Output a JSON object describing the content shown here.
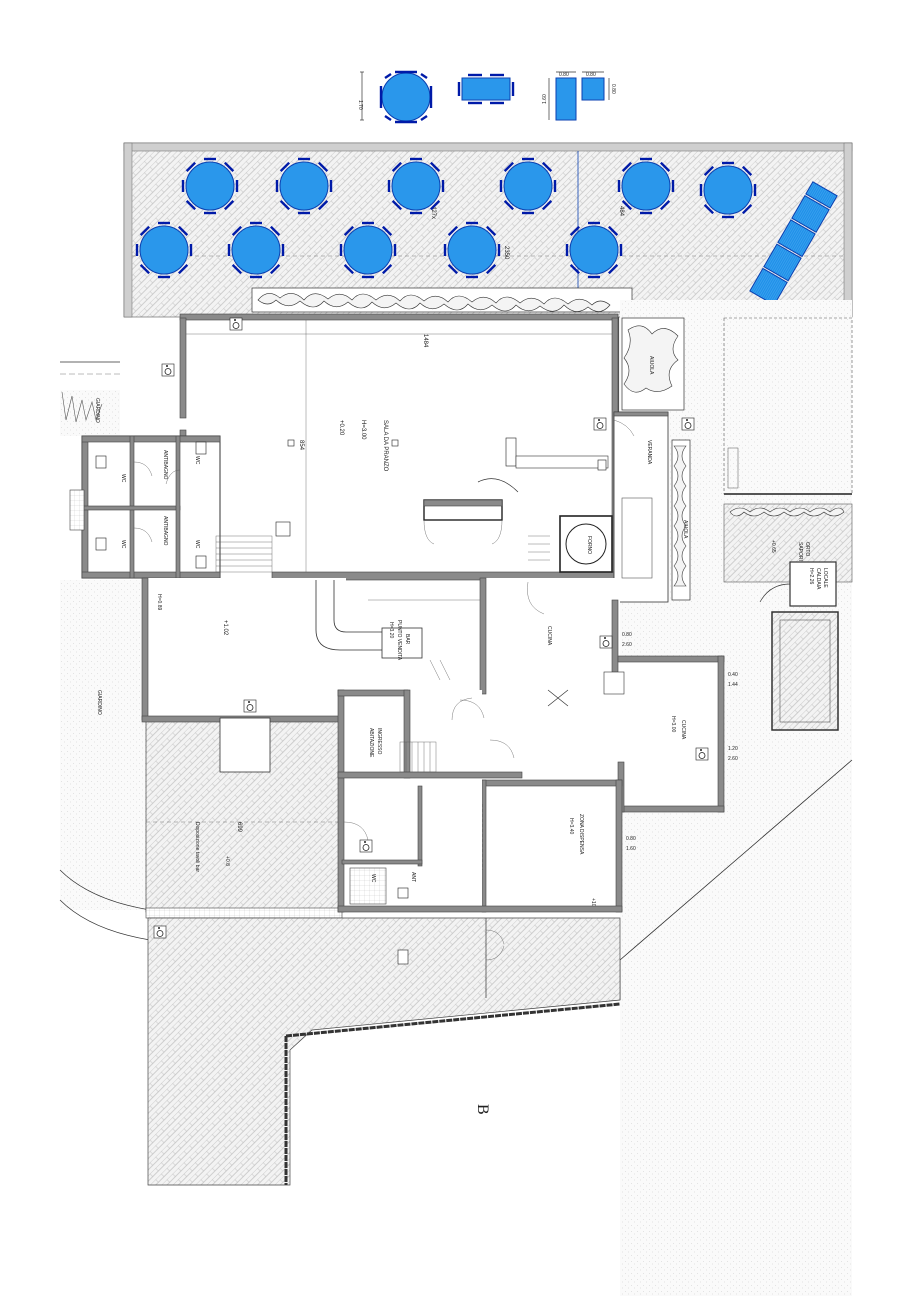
{
  "drawing": {
    "section_mark": "B",
    "colors": {
      "table_fill": "#1e8fe8",
      "chair_stroke": "#001aa8",
      "wall_fill": "#8a8a8a",
      "paving_hatch": "#9a9a9a"
    },
    "legend": {
      "round_table_dim": "1.70",
      "square_table_dims": [
        "0.80",
        "0.80",
        "1.60",
        "0.80"
      ]
    },
    "rooms": {
      "dining_name": "SALA DA PRANZO",
      "dining_height": "H=3.00",
      "dining_level": "+0.20",
      "bar_name": "BAR",
      "bar_sub": "PUNTO VENDITA",
      "bar_height": "H=3.20",
      "hall_level": "+1.02",
      "kitchen_small": "CUCINA",
      "kitchen_large": "CUCINA",
      "kitchen_height": "H=3.00",
      "pantry_name": "ZONA DISPENSA",
      "pantry_height": "H=3.40",
      "entrance_line1": "INGRESSO",
      "entrance_line2": "ABITAZIONE",
      "veranda": "VERANDA",
      "boiler_line1": "LOCALE",
      "boiler_line2": "CALDAIA",
      "boiler_height": "H=2.26",
      "garden_left": "GIARDINO",
      "garden_top": "GIARDINO",
      "herb_garden_1": "ORTO",
      "herb_garden_2": "SAPORI",
      "herb_level": "+0.65",
      "aiuola_1": "AIUOLA",
      "aiuola_2": "AIUOLA",
      "antibagno_1": "ANTIBAGNO",
      "antibagno_2": "ANTIBAGNO",
      "wc_1": "WC",
      "wc_2": "WC",
      "wc_3": "WC",
      "wc_4": "WC",
      "wc_5": "WC",
      "ant": "ANT",
      "forno": "FORNO",
      "outdoor_tables": "Disposizione tavoli bar",
      "terrace_level": "+0.8",
      "terrace_h": "H=0.89"
    },
    "dimensions": {
      "terrace_width": "2350",
      "terrace_depth": "484",
      "dining_length": "1484",
      "dining_width": "854",
      "courtyard_width": "699",
      "terrace_mark": "427x"
    },
    "windows": {
      "w1_top": "0.80",
      "w1_bot": "2.60",
      "w2_top": "0.40",
      "w2_bot": "1.44",
      "w3_top": "1.20",
      "w3_bot": "2.60",
      "w4_top": "0.80",
      "w4_bot": "1.60"
    },
    "marks": {
      "pantry_mark": "+10"
    }
  }
}
